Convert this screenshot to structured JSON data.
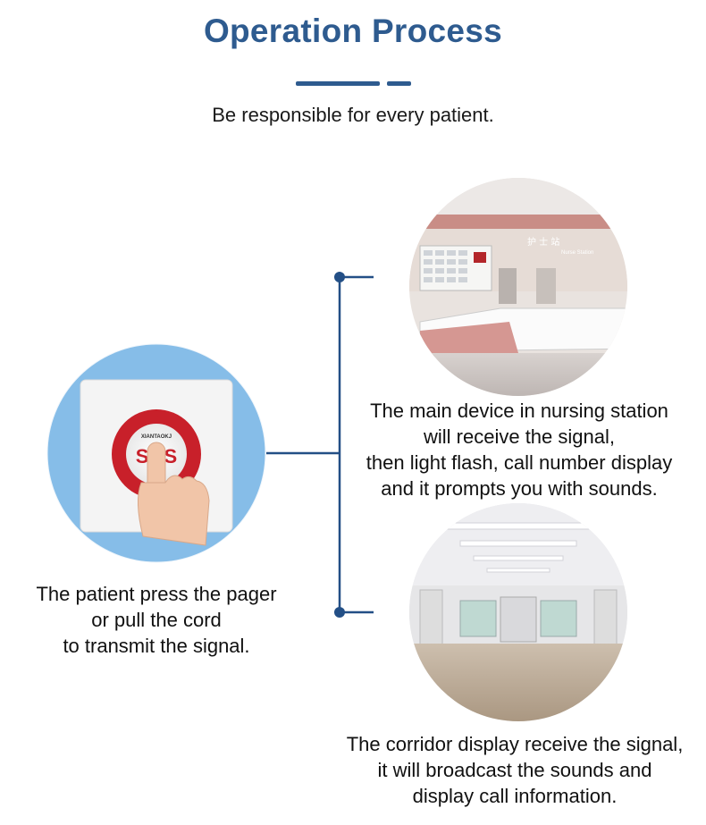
{
  "header": {
    "title": "Operation Process",
    "subtitle": "Be responsible for every patient."
  },
  "pager": {
    "button_text": "SOS",
    "brand_text": "XIANTAOKJ",
    "caption": [
      "The patient press the pager",
      "or pull the cord",
      "to transmit the signal."
    ]
  },
  "nurse_station": {
    "sign_text": "护 士 站",
    "sign_text_en": "Nurse Station",
    "caption": [
      "The main device in nursing station",
      "will receive the signal,",
      "then  light flash, call number display",
      "and  it prompts you with sounds."
    ]
  },
  "corridor": {
    "caption": [
      "The corridor display receive the signal,",
      "it will broadcast the sounds and",
      "display call information."
    ]
  },
  "colors": {
    "accent": "#2e5b8f",
    "connector": "#234f86",
    "sos_red": "#c8202a",
    "pager_bg": "#7fb8e6"
  }
}
